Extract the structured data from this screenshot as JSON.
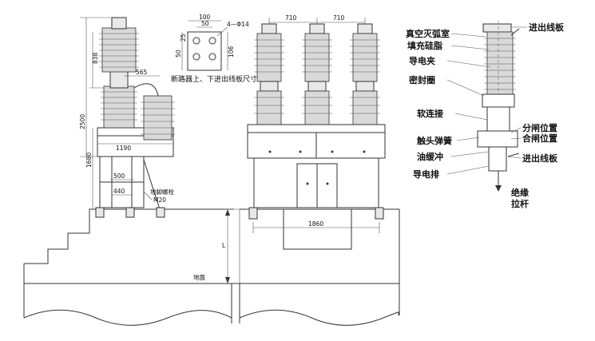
{
  "dimensions": {
    "left_height_838": "838",
    "left_height_2500": "2500",
    "left_height_1680": "1680",
    "offset_565": "565",
    "width_1190": "1190",
    "width_500": "500",
    "width_440": "440",
    "phase_spacing_1": "710",
    "phase_spacing_2": "710",
    "base_width_1860": "1860",
    "marker_L": "L"
  },
  "terminal_detail": {
    "width_100": "100",
    "width_50": "50",
    "hole_spec": "4—Φ14",
    "height_25": "25",
    "height_50": "50",
    "height_106": "106",
    "caption": "断路器上、下进出线板尺寸"
  },
  "annotations": {
    "anchor_bolt": "地脚螺栓",
    "anchor_bolt_size": "M20",
    "ground": "地面"
  },
  "component_labels": {
    "vacuum_chamber": "真空灭弧室",
    "silicone_fill": "填充硅脂",
    "conductive_clamp": "导电夹",
    "seal_ring": "密封圈",
    "flexible_connection": "软连接",
    "contact_spring": "触头弹簧",
    "oil_buffer": "油缓冲",
    "busbar": "导电排",
    "terminal_top": "进出线板",
    "opening_position": "分闸位置",
    "closing_position": "合闸位置",
    "terminal_bottom": "进出线板",
    "insulated_rod_1": "绝缘",
    "insulated_rod_2": "拉杆"
  }
}
